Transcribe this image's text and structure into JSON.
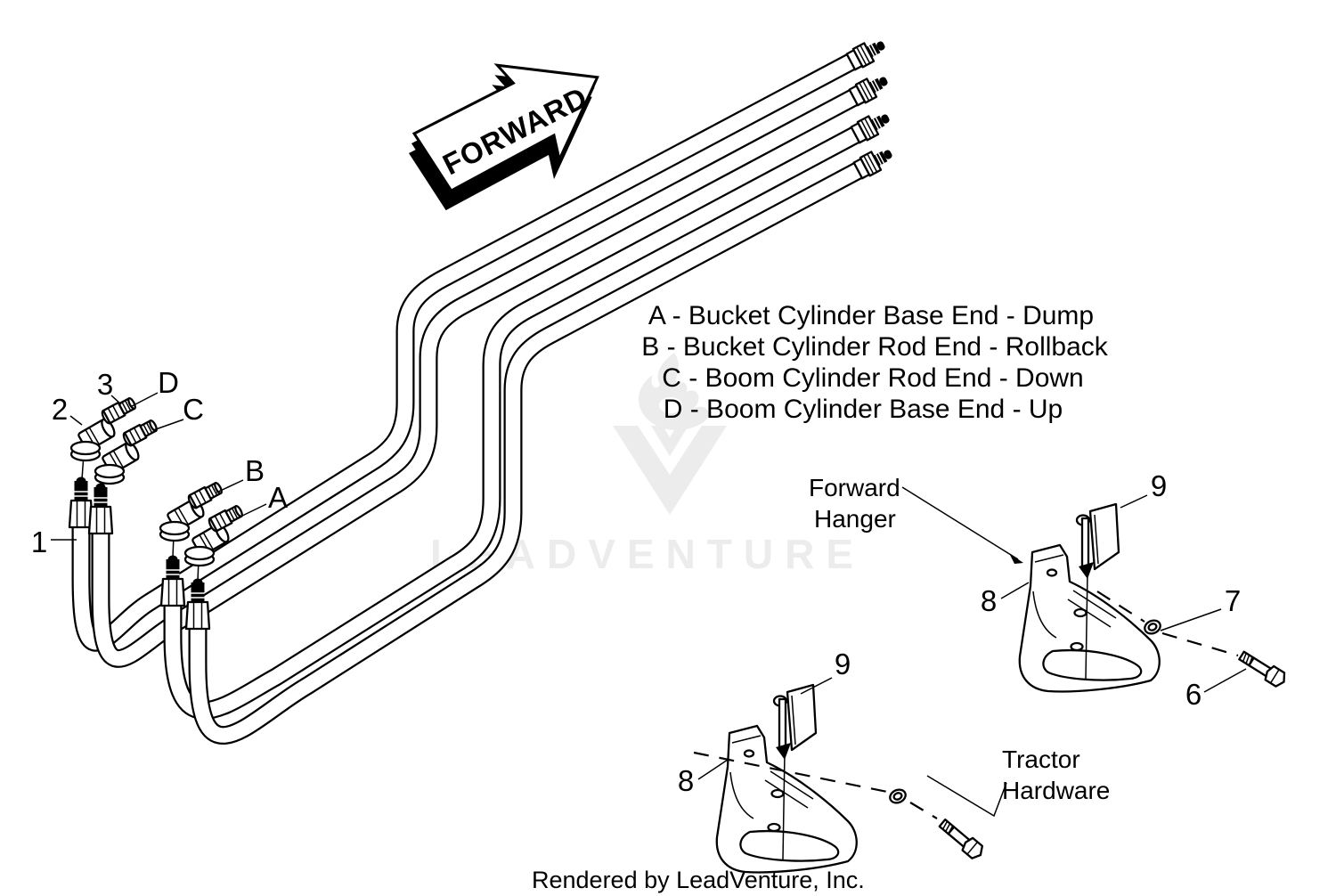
{
  "arrow": {
    "label": "FORWARD"
  },
  "legend": [
    "A - Bucket Cylinder Base End - Dump",
    "B - Bucket Cylinder Rod End - Rollback",
    "C - Boom Cylinder Rod End - Down",
    "D - Boom Cylinder Base End - Up"
  ],
  "callouts": {
    "hose": "1",
    "elbow_fitting": "2",
    "adapter_fitting": "3",
    "bolt": "6",
    "nut": "7",
    "hanger_bracket": "8",
    "hanger_pin": "9",
    "port_a": "A",
    "port_b": "B",
    "port_c": "C",
    "port_d": "D"
  },
  "annotations": {
    "forward_hanger_line1": "Forward",
    "forward_hanger_line2": "Hanger",
    "tractor_hardware_line1": "Tractor",
    "tractor_hardware_line2": "Hardware"
  },
  "watermark": {
    "text": "LEADVENTURE"
  },
  "footer": {
    "text": "Rendered by LeadVenture, Inc."
  },
  "colors": {
    "ink": "#000000",
    "paper": "#ffffff",
    "watermark": "#ececec"
  }
}
